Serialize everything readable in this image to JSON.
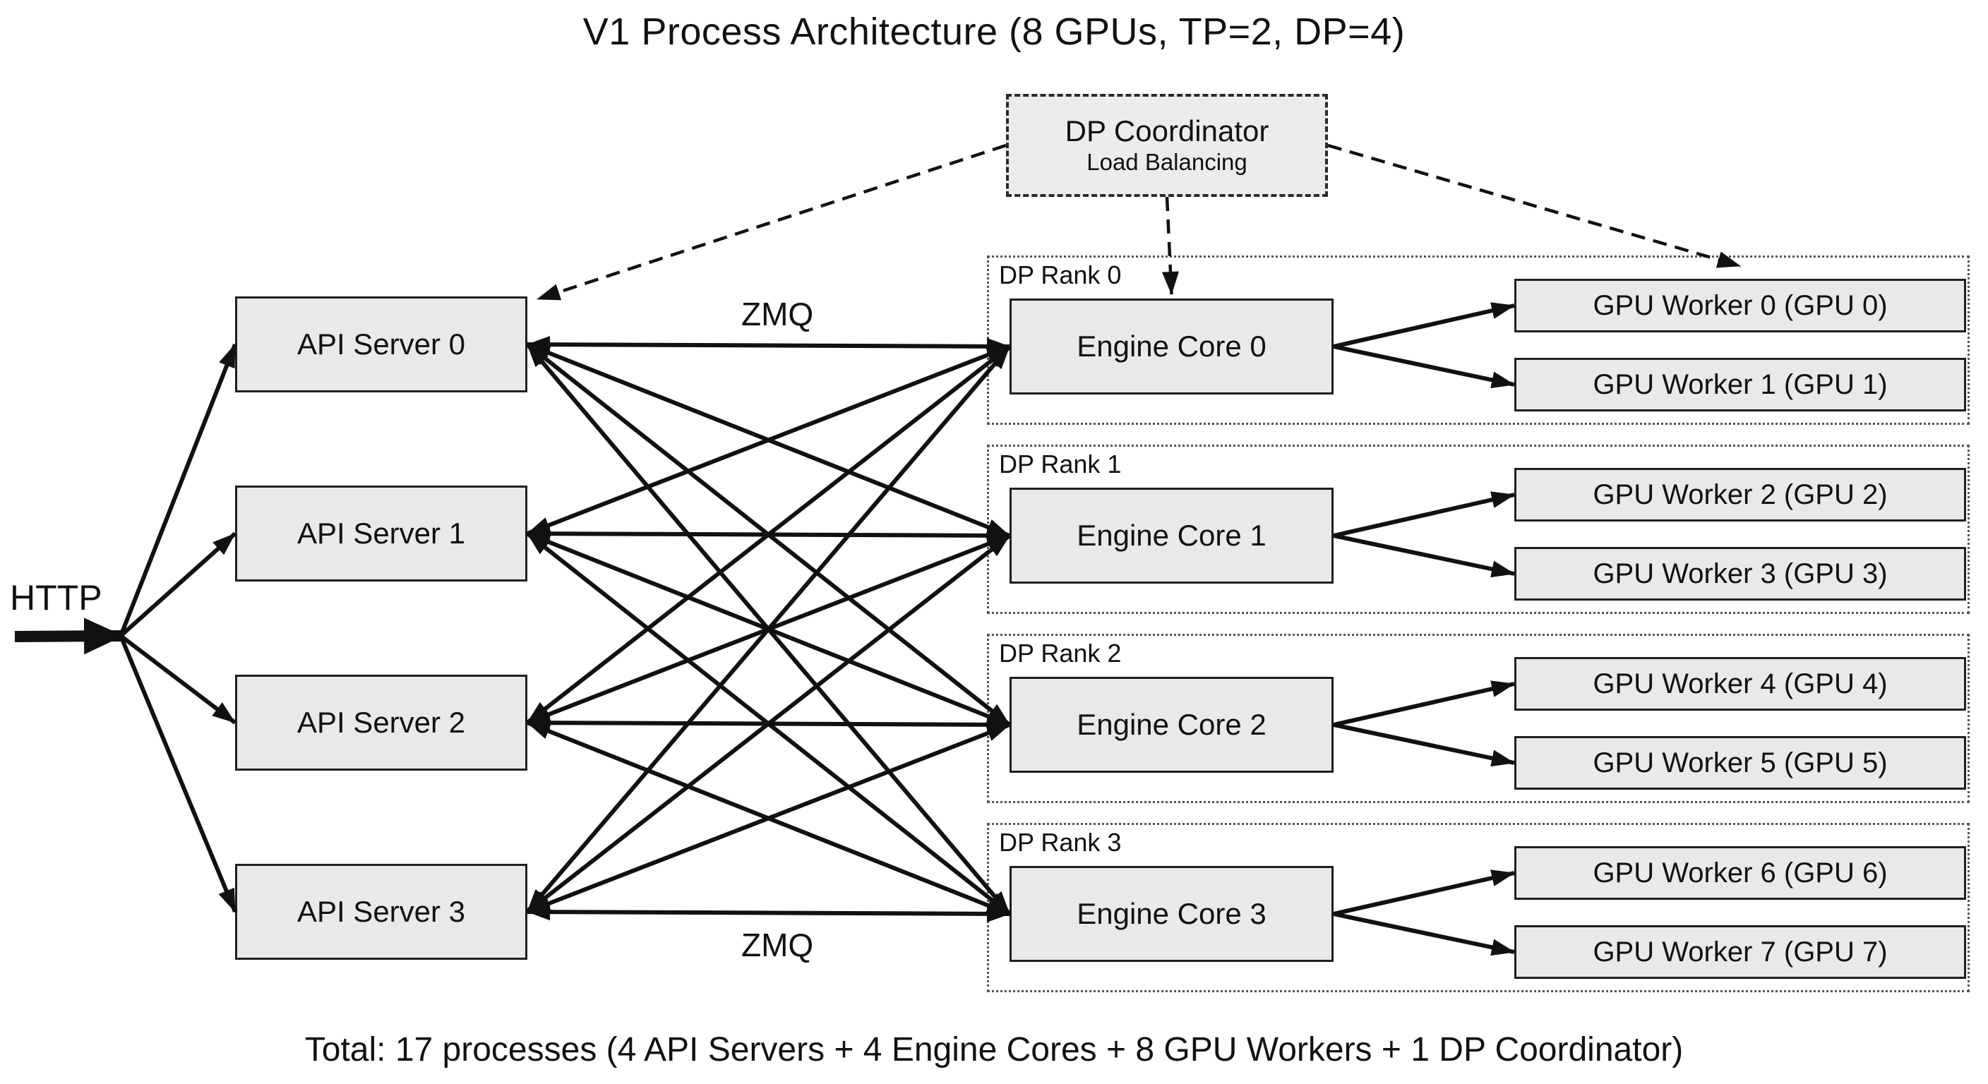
{
  "title": "V1 Process Architecture (8 GPUs, TP=2, DP=4)",
  "footer": "Total: 17 processes (4 API Servers + 4 Engine Cores + 8 GPU Workers + 1 DP Coordinator)",
  "labels": {
    "http": "HTTP",
    "zmq_top": "ZMQ",
    "zmq_bottom": "ZMQ"
  },
  "coordinator": {
    "title": "DP Coordinator",
    "subtitle": "Load Balancing"
  },
  "api_servers": [
    {
      "label": "API Server 0"
    },
    {
      "label": "API Server 1"
    },
    {
      "label": "API Server 2"
    },
    {
      "label": "API Server 3"
    }
  ],
  "dp_ranks": [
    {
      "label": "DP Rank 0",
      "engine": {
        "label": "Engine Core 0"
      },
      "workers": [
        {
          "label": "GPU Worker 0 (GPU 0)"
        },
        {
          "label": "GPU Worker 1 (GPU 1)"
        }
      ]
    },
    {
      "label": "DP Rank 1",
      "engine": {
        "label": "Engine Core 1"
      },
      "workers": [
        {
          "label": "GPU Worker 2 (GPU 2)"
        },
        {
          "label": "GPU Worker 3 (GPU 3)"
        }
      ]
    },
    {
      "label": "DP Rank 2",
      "engine": {
        "label": "Engine Core 2"
      },
      "workers": [
        {
          "label": "GPU Worker 4 (GPU 4)"
        },
        {
          "label": "GPU Worker 5 (GPU 5)"
        }
      ]
    },
    {
      "label": "DP Rank 3",
      "engine": {
        "label": "Engine Core 3"
      },
      "workers": [
        {
          "label": "GPU Worker 6 (GPU 6)"
        },
        {
          "label": "GPU Worker 7 (GPU 7)"
        }
      ]
    }
  ],
  "colors": {
    "line": "#111111",
    "box_fill": "#e9e9e9",
    "border": "#1f1f1f"
  },
  "edges": [
    {
      "from": "http-start",
      "fromAnchor": "center",
      "to": "http-junction",
      "toAnchor": "center",
      "type": "thick"
    },
    {
      "from": "http-junction",
      "fromAnchor": "center",
      "to": "api-0",
      "toAnchor": "left",
      "type": "arrow"
    },
    {
      "from": "http-junction",
      "fromAnchor": "center",
      "to": "api-1",
      "toAnchor": "left",
      "type": "arrow"
    },
    {
      "from": "http-junction",
      "fromAnchor": "center",
      "to": "api-2",
      "toAnchor": "left",
      "type": "arrow"
    },
    {
      "from": "http-junction",
      "fromAnchor": "center",
      "to": "api-3",
      "toAnchor": "left",
      "type": "arrow"
    },
    {
      "from": "api-0",
      "fromAnchor": "right",
      "to": "ec-0",
      "toAnchor": "left",
      "type": "double"
    },
    {
      "from": "api-0",
      "fromAnchor": "right",
      "to": "ec-1",
      "toAnchor": "left",
      "type": "double"
    },
    {
      "from": "api-0",
      "fromAnchor": "right",
      "to": "ec-2",
      "toAnchor": "left",
      "type": "double"
    },
    {
      "from": "api-0",
      "fromAnchor": "right",
      "to": "ec-3",
      "toAnchor": "left",
      "type": "double"
    },
    {
      "from": "api-1",
      "fromAnchor": "right",
      "to": "ec-0",
      "toAnchor": "left",
      "type": "double"
    },
    {
      "from": "api-1",
      "fromAnchor": "right",
      "to": "ec-1",
      "toAnchor": "left",
      "type": "double"
    },
    {
      "from": "api-1",
      "fromAnchor": "right",
      "to": "ec-2",
      "toAnchor": "left",
      "type": "double"
    },
    {
      "from": "api-1",
      "fromAnchor": "right",
      "to": "ec-3",
      "toAnchor": "left",
      "type": "double"
    },
    {
      "from": "api-2",
      "fromAnchor": "right",
      "to": "ec-0",
      "toAnchor": "left",
      "type": "double"
    },
    {
      "from": "api-2",
      "fromAnchor": "right",
      "to": "ec-1",
      "toAnchor": "left",
      "type": "double"
    },
    {
      "from": "api-2",
      "fromAnchor": "right",
      "to": "ec-2",
      "toAnchor": "left",
      "type": "double"
    },
    {
      "from": "api-2",
      "fromAnchor": "right",
      "to": "ec-3",
      "toAnchor": "left",
      "type": "double"
    },
    {
      "from": "api-3",
      "fromAnchor": "right",
      "to": "ec-0",
      "toAnchor": "left",
      "type": "double"
    },
    {
      "from": "api-3",
      "fromAnchor": "right",
      "to": "ec-1",
      "toAnchor": "left",
      "type": "double"
    },
    {
      "from": "api-3",
      "fromAnchor": "right",
      "to": "ec-2",
      "toAnchor": "left",
      "type": "double"
    },
    {
      "from": "api-3",
      "fromAnchor": "right",
      "to": "ec-3",
      "toAnchor": "left",
      "type": "double"
    },
    {
      "from": "ec-0",
      "fromAnchor": "right",
      "to": "gw-0",
      "toAnchor": "left",
      "type": "arrow"
    },
    {
      "from": "ec-0",
      "fromAnchor": "right",
      "to": "gw-1",
      "toAnchor": "left",
      "type": "arrow"
    },
    {
      "from": "ec-1",
      "fromAnchor": "right",
      "to": "gw-2",
      "toAnchor": "left",
      "type": "arrow"
    },
    {
      "from": "ec-1",
      "fromAnchor": "right",
      "to": "gw-3",
      "toAnchor": "left",
      "type": "arrow"
    },
    {
      "from": "ec-2",
      "fromAnchor": "right",
      "to": "gw-4",
      "toAnchor": "left",
      "type": "arrow"
    },
    {
      "from": "ec-2",
      "fromAnchor": "right",
      "to": "gw-5",
      "toAnchor": "left",
      "type": "arrow"
    },
    {
      "from": "ec-3",
      "fromAnchor": "right",
      "to": "gw-6",
      "toAnchor": "left",
      "type": "arrow"
    },
    {
      "from": "ec-3",
      "fromAnchor": "right",
      "to": "gw-7",
      "toAnchor": "left",
      "type": "arrow"
    },
    {
      "from": "coordinator",
      "fromAnchor": "left",
      "to": "api-0",
      "toAnchor": "top-right",
      "toOffset": [
        14,
        4
      ],
      "type": "dashed"
    },
    {
      "from": "coordinator",
      "fromAnchor": "bottom",
      "to": "ec-0",
      "toAnchor": "top",
      "toOffset": [
        0,
        -6
      ],
      "type": "dashed"
    },
    {
      "from": "coordinator",
      "fromAnchor": "right",
      "to": "gw-0",
      "toAnchor": "top",
      "toOffset": [
        0,
        -18
      ],
      "type": "dashed"
    }
  ]
}
